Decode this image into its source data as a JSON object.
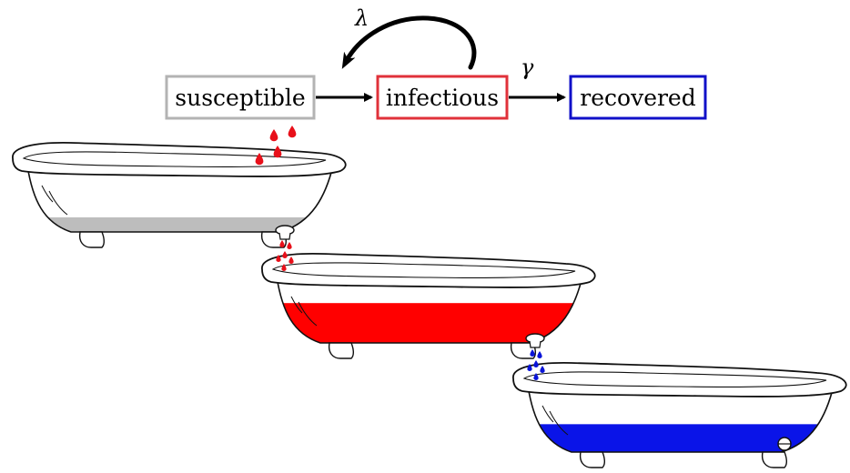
{
  "compartments": [
    {
      "key": "susceptible",
      "label": "susceptible",
      "border_color": "#b3b3b3",
      "fill_color": "#bdbdbd",
      "fill_level": 0.22
    },
    {
      "key": "infectious",
      "label": "infectious",
      "border_color": "#e0313a",
      "fill_color": "#ff0000",
      "fill_level": 0.6
    },
    {
      "key": "recovered",
      "label": "recovered",
      "border_color": "#1010c8",
      "fill_color": "#0a14e8",
      "fill_level": 0.42
    }
  ],
  "rates": {
    "lambda": "λ",
    "gamma": "γ"
  },
  "colors": {
    "infection_drops": "#e8101a",
    "recovery_drops": "#0a14d8",
    "outline": "#111111"
  },
  "icons": [
    "bathtub-icon",
    "faucet-icon",
    "drain-plug-icon",
    "drop-icon"
  ]
}
